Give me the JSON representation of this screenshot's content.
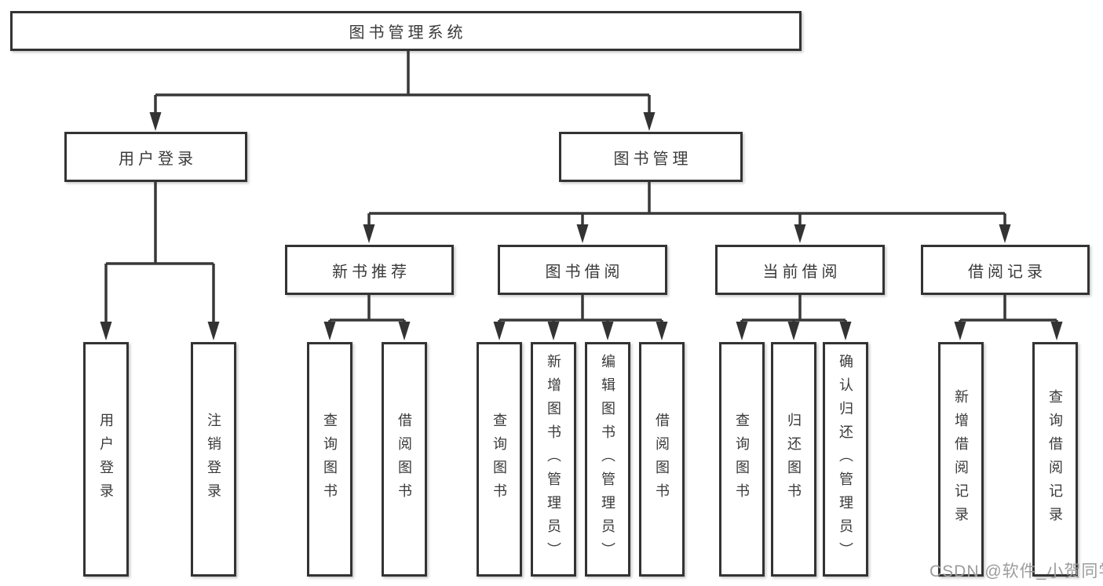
{
  "diagram": {
    "type": "tree",
    "root": {
      "label": "图书管理系统"
    },
    "branches": [
      {
        "label": "用户登录",
        "children": [
          {
            "label": "用户登录"
          },
          {
            "label": "注销登录"
          }
        ]
      },
      {
        "label": "图书管理",
        "children": [
          {
            "label": "新书推荐",
            "children": [
              {
                "label": "查询图书"
              },
              {
                "label": "借阅图书"
              }
            ]
          },
          {
            "label": "图书借阅",
            "children": [
              {
                "label": "查询图书"
              },
              {
                "label": "新增图书（管理员）"
              },
              {
                "label": "编辑图书（管理员）"
              },
              {
                "label": "借阅图书"
              }
            ]
          },
          {
            "label": "当前借阅",
            "children": [
              {
                "label": "查询图书"
              },
              {
                "label": "归还图书"
              },
              {
                "label": "确认归还（管理员）"
              }
            ]
          },
          {
            "label": "借阅记录",
            "children": [
              {
                "label": "新增借阅记录"
              },
              {
                "label": "查询借阅记录"
              }
            ]
          }
        ]
      }
    ]
  },
  "watermark": {
    "text": "CSDN @软件_小贺同学",
    "color": "#9c9c9c"
  },
  "colors": {
    "line": "#383838",
    "box_border": "#333333",
    "text": "#3a3a3a",
    "background": "#ffffff"
  }
}
